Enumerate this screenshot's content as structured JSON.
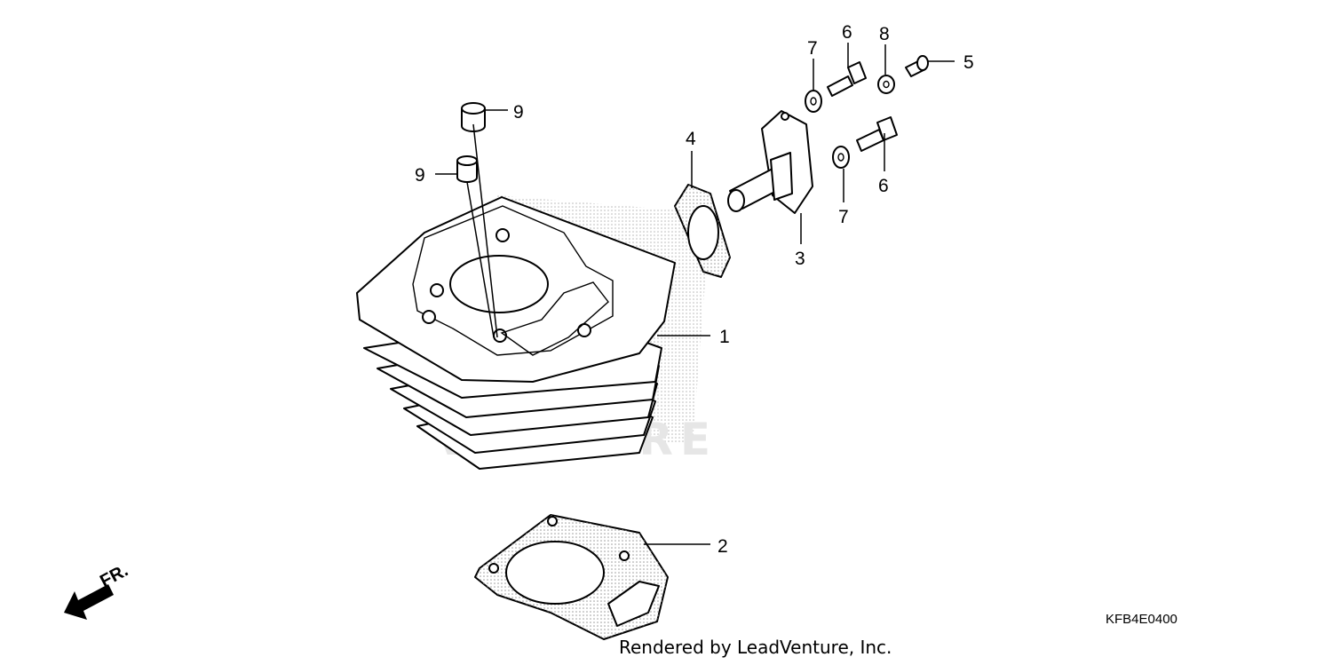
{
  "diagram": {
    "code": "KFB4E0400",
    "credit": "Rendered by LeadVenture, Inc.",
    "watermark": "VENTURE",
    "front_indicator": "FR.",
    "callouts": [
      {
        "id": "callout-1",
        "label": "1"
      },
      {
        "id": "callout-2",
        "label": "2"
      },
      {
        "id": "callout-3",
        "label": "3"
      },
      {
        "id": "callout-4",
        "label": "4"
      },
      {
        "id": "callout-5",
        "label": "5"
      },
      {
        "id": "callout-6-top",
        "label": "6"
      },
      {
        "id": "callout-6-bottom",
        "label": "6"
      },
      {
        "id": "callout-7-top",
        "label": "7"
      },
      {
        "id": "callout-7-bottom",
        "label": "7"
      },
      {
        "id": "callout-8",
        "label": "8"
      },
      {
        "id": "callout-9-top",
        "label": "9"
      },
      {
        "id": "callout-9-left",
        "label": "9"
      }
    ]
  }
}
